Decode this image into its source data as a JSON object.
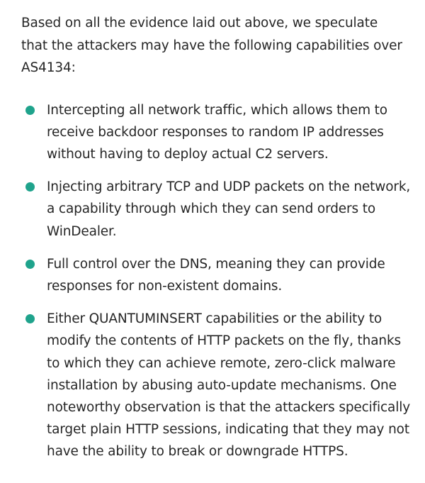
{
  "article": {
    "intro": "Based on all the evidence laid out above, we speculate that the attackers may have the following capabilities over AS4134:",
    "bullets": [
      "Intercepting all network traffic, which allows them to receive backdoor responses to random IP addresses without having to deploy actual C2 servers.",
      "Injecting arbitrary TCP and UDP packets on the network, a capability through which they can send orders to WinDealer.",
      "Full control over the DNS, meaning they can provide responses for non-existent domains.",
      "Either QUANTUMINSERT capabilities or the ability to modify the contents of HTTP packets on the fly, thanks to which they can achieve remote, zero-click malware installation by abusing auto-update mechanisms. One noteworthy observation is that the attackers specifically target plain HTTP sessions, indicating that they may not have the ability to break or downgrade HTTPS."
    ]
  },
  "colors": {
    "bullet": "#1fa38c",
    "text": "#262626"
  }
}
